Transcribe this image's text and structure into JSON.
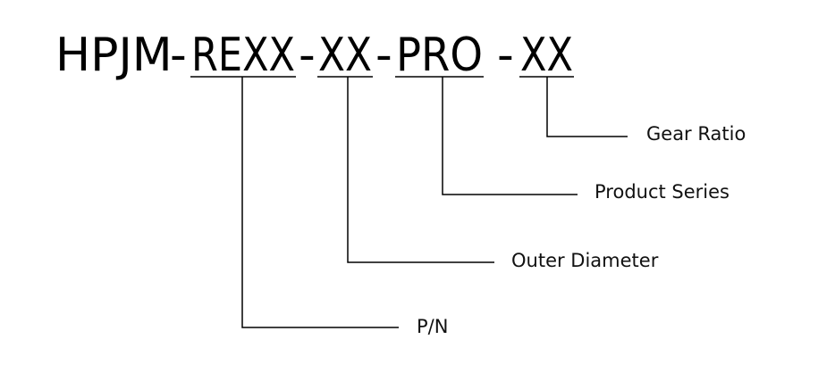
{
  "code": {
    "prefix": "HPJM",
    "sep1": "-",
    "part_pn": "REXX",
    "sep2": "-",
    "part_outer_diameter": "XX",
    "sep3": "-",
    "part_series": "PRO",
    "sep4": " -",
    "part_ratio": "XX"
  },
  "labels": {
    "gear_ratio": "Gear Ratio",
    "product_series": "Product Series",
    "outer_diameter": "Outer Diameter",
    "pn": "P/N"
  }
}
